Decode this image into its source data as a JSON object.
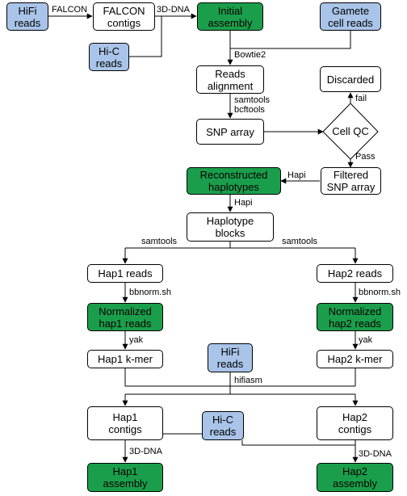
{
  "colors": {
    "blue": "#a9c4e8",
    "green": "#1b9e4b",
    "white": "#ffffff",
    "stroke": "#000000"
  },
  "nodes": {
    "hifi_reads_top": "HiFi\nreads",
    "falcon_contigs": "FALCON\ncontigs",
    "initial_assembly": "Initial\nassembly",
    "gamete_cell_reads": "Gamete\ncell reads",
    "hic_reads_top": "Hi-C\nreads",
    "reads_alignment": "Reads\nalignment",
    "discarded": "Discarded",
    "snp_array": "SNP array",
    "cell_qc": "Cell QC",
    "reconstructed_haplotypes": "Reconstructed\nhaplotypes",
    "filtered_snp_array": "Filtered\nSNP array",
    "haplotype_blocks": "Haplotype\nblocks",
    "hap1_reads": "Hap1 reads",
    "hap2_reads": "Hap2 reads",
    "normalized_hap1_reads": "Normalized\nhap1 reads",
    "normalized_hap2_reads": "Normalized\nhap2 reads",
    "hap1_kmer": "Hap1 k-mer",
    "hifi_reads_mid": "HiFi\nreads",
    "hap2_kmer": "Hap2 k-mer",
    "hap1_contigs": "Hap1\ncontigs",
    "hic_reads_bottom": "Hi-C\nreads",
    "hap2_contigs": "Hap2\ncontigs",
    "hap1_assembly": "Hap1\nassembly",
    "hap2_assembly": "Hap2\nassembly"
  },
  "edge_labels": {
    "falcon": "FALCON",
    "dna3d_top": "3D-DNA",
    "bowtie2": "Bowtie2",
    "samtools_bcftools": "samtools\nbcftools",
    "fail": "fail",
    "pass": "Pass",
    "hapi_left": "Hapi",
    "hapi_down": "Hapi",
    "samtools_left": "samtools",
    "samtools_right": "samtools",
    "bbnorm_left": "bbnorm.sh",
    "bbnorm_right": "bbnorm.sh",
    "yak_left": "yak",
    "yak_right": "yak",
    "hifiasm": "hifiasm",
    "dna3d_left": "3D-DNA",
    "dna3d_right": "3D-DNA"
  }
}
